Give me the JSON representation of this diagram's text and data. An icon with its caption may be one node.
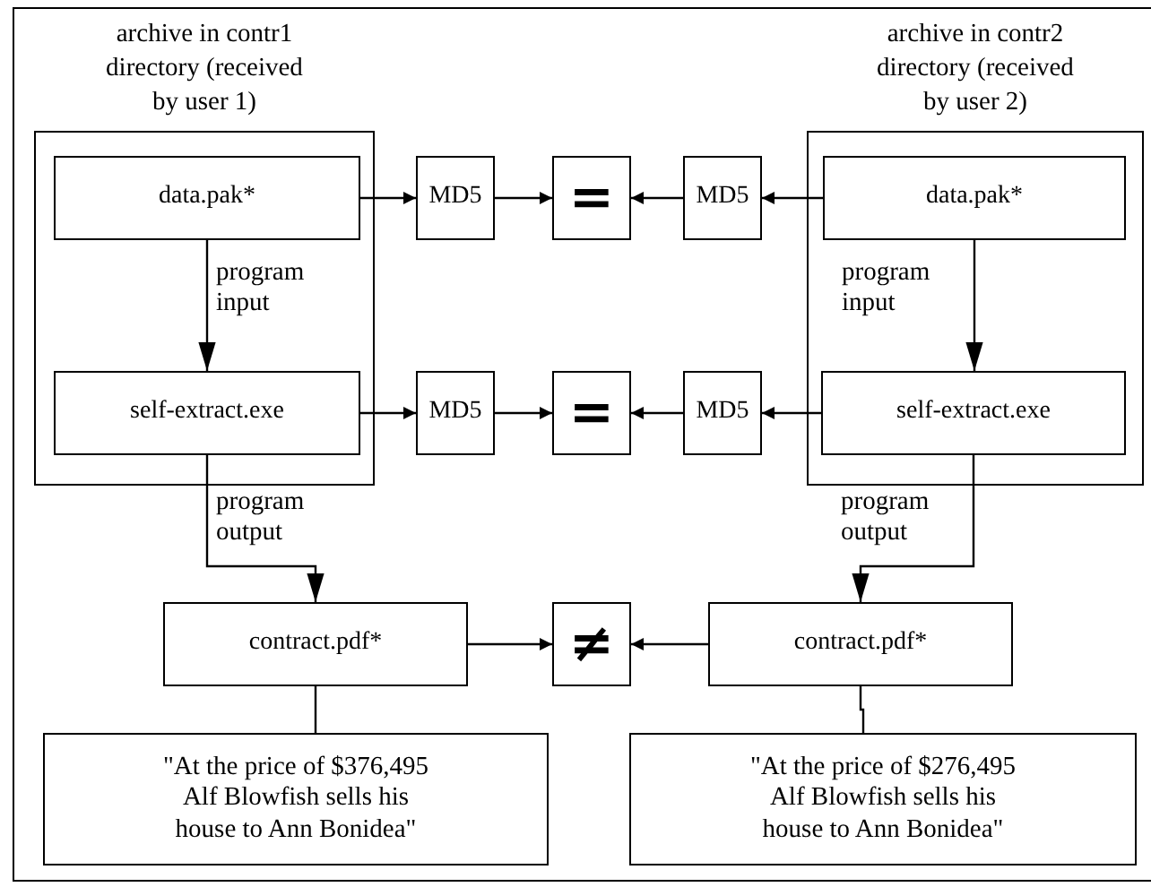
{
  "diagram": {
    "nodes": [
      {
        "text": [
          "archive in contr1 directory (received by user 1)"
        ]
      },
      {
        "text": [
          "data.pak*"
        ],
        "in": 0
      },
      {
        "text": [
          "self-extract.exe"
        ],
        "in": 0
      },
      {
        "text": [
          "archive in contr2 directory (received by user 2)"
        ]
      },
      {
        "text": [
          "data.pak*"
        ],
        "in": 3
      },
      {
        "text": [
          "self-extract.exe"
        ],
        "in": 3
      },
      {
        "text": [
          "MD5"
        ]
      },
      {
        "text": [
          "="
        ]
      },
      {
        "text": [
          "MD5"
        ]
      },
      {
        "text": [
          "MD5"
        ]
      },
      {
        "text": [
          "="
        ]
      },
      {
        "text": [
          "MD5"
        ]
      },
      {
        "text": [
          "contract.pdf*"
        ]
      },
      {
        "text": [
          "≠"
        ]
      },
      {
        "text": [
          "contract.pdf*"
        ]
      },
      {
        "text": [
          "\"At the price of $376,495 Alf Blowfish sells his house to Ann Bonidea\""
        ]
      },
      {
        "text": [
          "\"At the price of $276,495 Alf Blowfish sells his house to Ann Bonidea\""
        ]
      }
    ],
    "edges": [
      {
        "from": 1,
        "to": 6,
        "arrow": "to"
      },
      {
        "from": 6,
        "to": 7,
        "arrow": "to"
      },
      {
        "from": 8,
        "to": 7,
        "arrow": "to"
      },
      {
        "from": 4,
        "to": 8,
        "arrow": "to"
      },
      {
        "from": 1,
        "to": 2,
        "arrow": "to",
        "label": "program input"
      },
      {
        "from": 4,
        "to": 5,
        "arrow": "to",
        "label": "program input"
      },
      {
        "from": 2,
        "to": 9,
        "arrow": "to"
      },
      {
        "from": 9,
        "to": 10,
        "arrow": "to"
      },
      {
        "from": 11,
        "to": 10,
        "arrow": "to"
      },
      {
        "from": 5,
        "to": 11,
        "arrow": "to"
      },
      {
        "from": 2,
        "to": 12,
        "arrow": "to",
        "label": "program output"
      },
      {
        "from": 5,
        "to": 14,
        "arrow": "to",
        "label": "program output"
      },
      {
        "from": 12,
        "to": 13,
        "arrow": "to"
      },
      {
        "from": 14,
        "to": 13,
        "arrow": "to"
      },
      {
        "from": 12,
        "to": 15,
        "arrow": "none"
      },
      {
        "from": 14,
        "to": 16,
        "arrow": "none"
      }
    ]
  }
}
